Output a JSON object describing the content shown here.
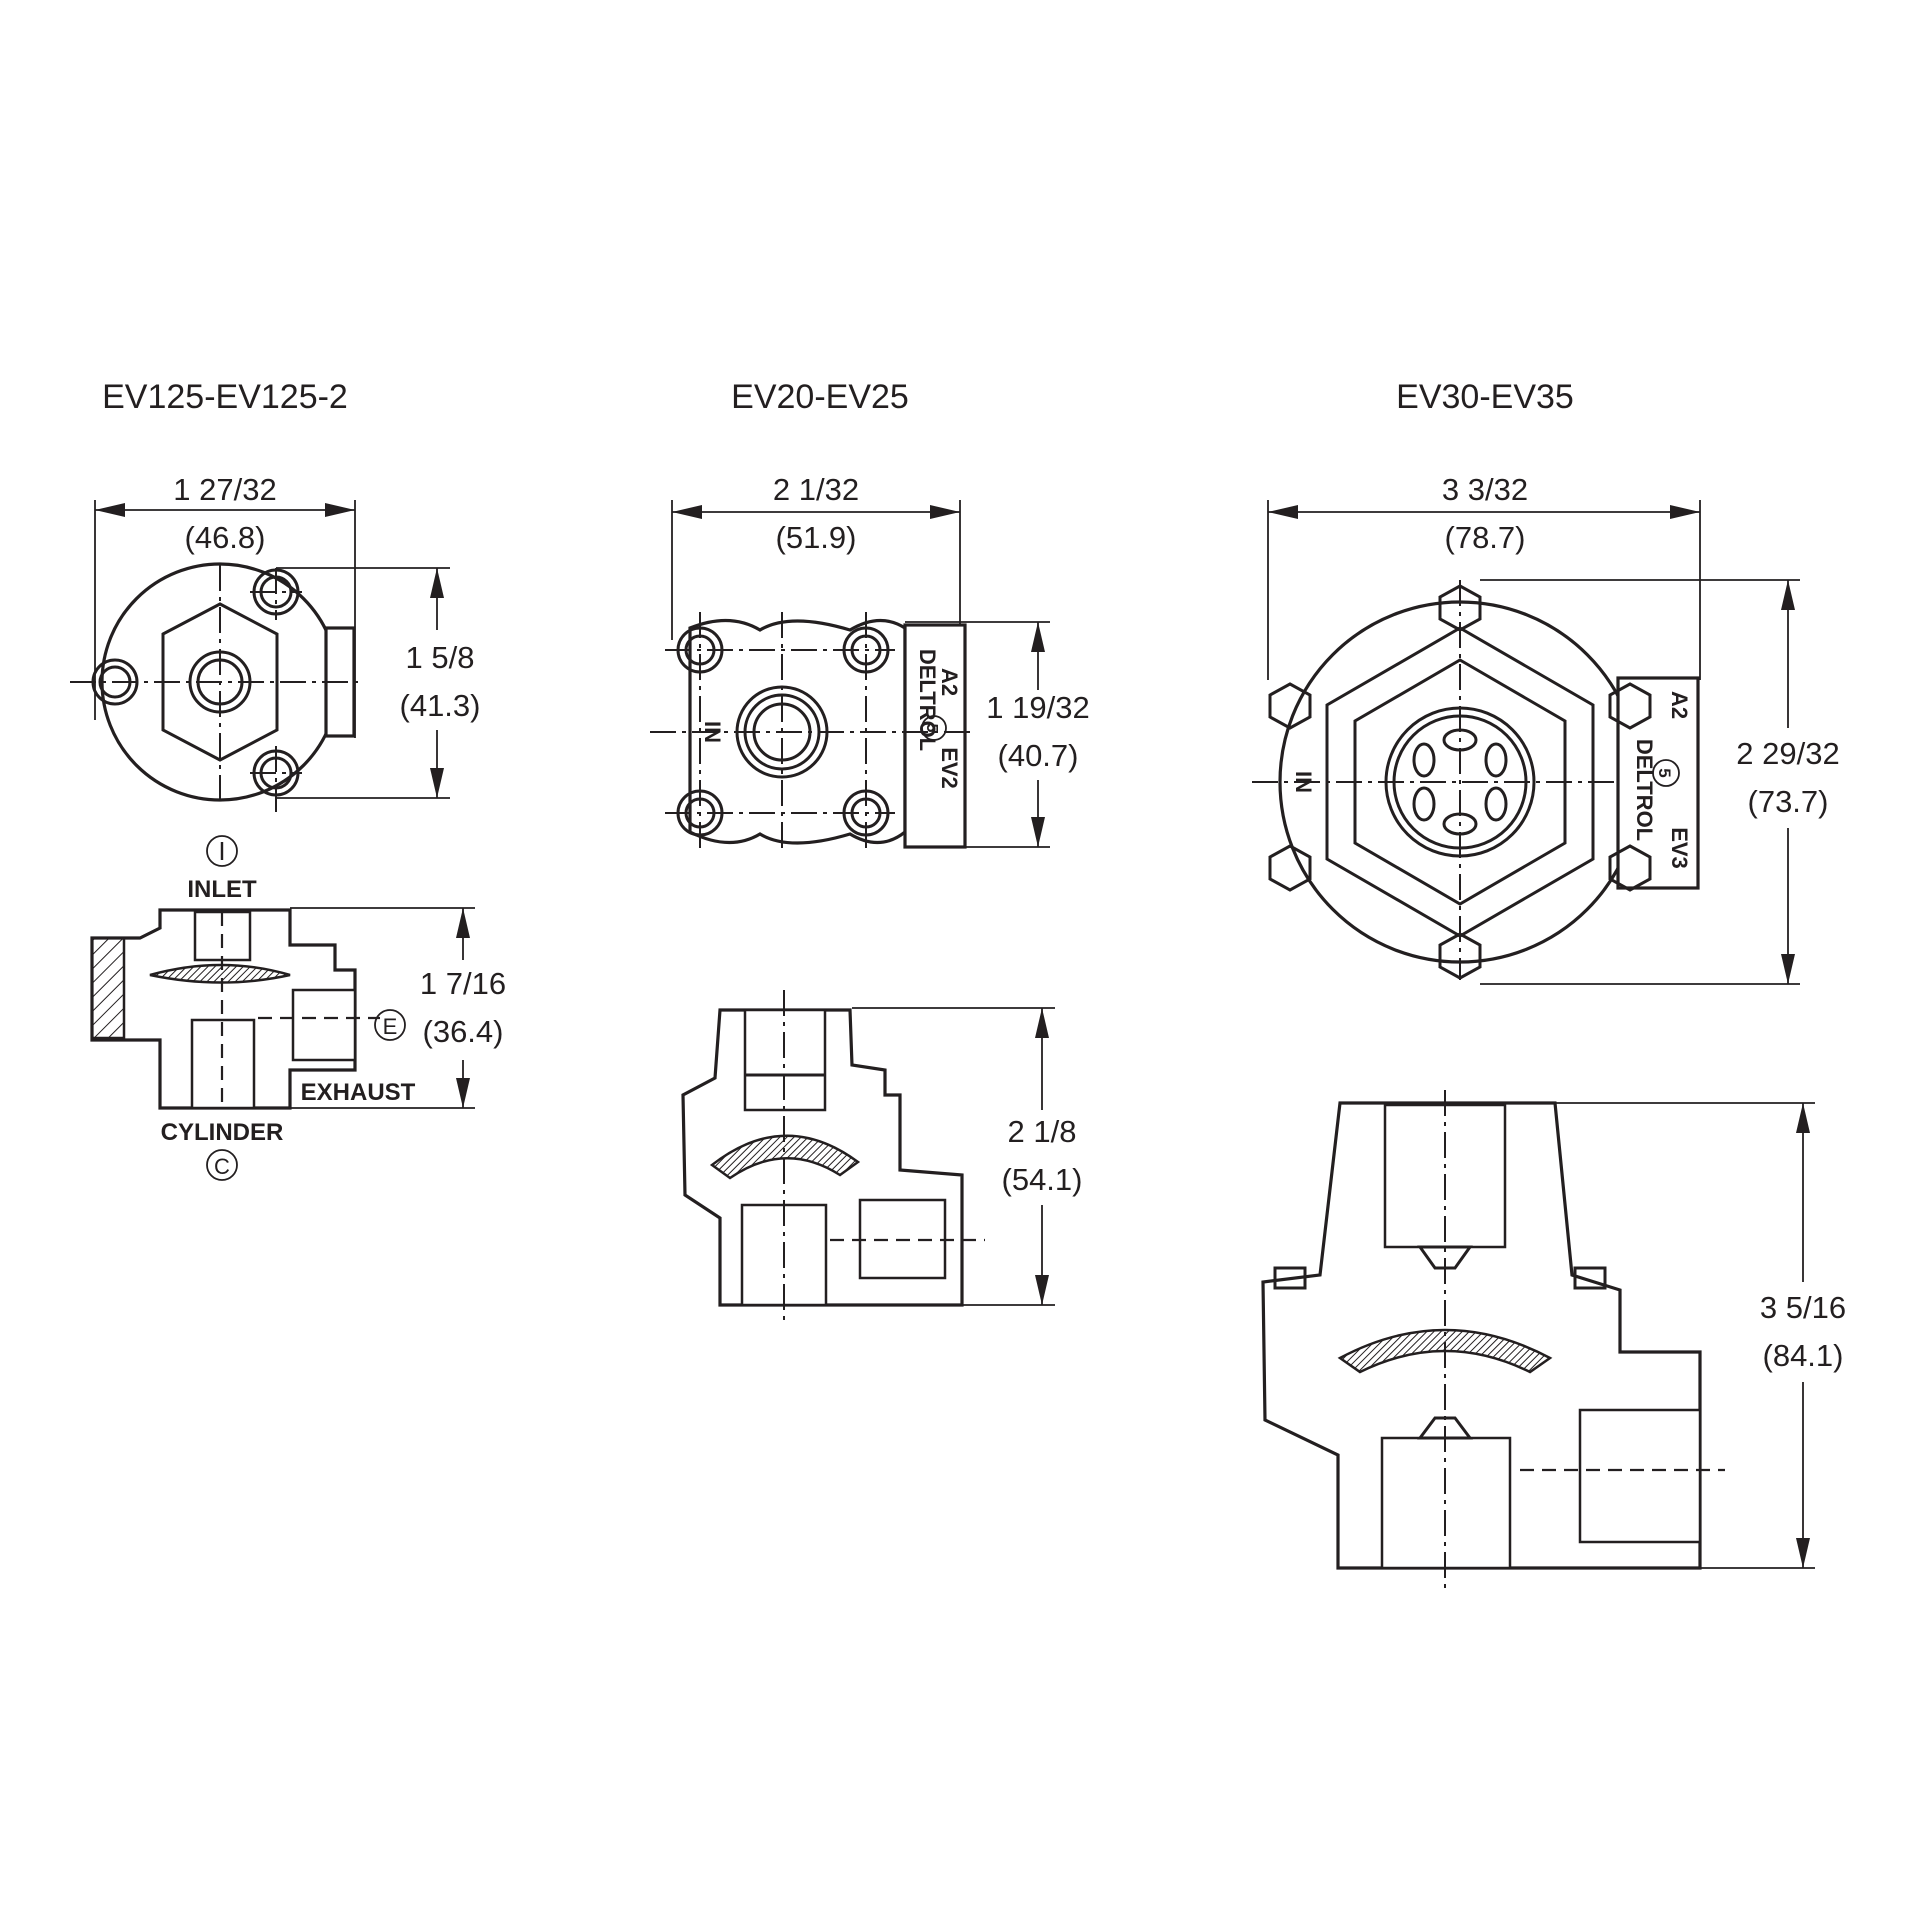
{
  "titles": {
    "ev125": "EV125-EV125-2",
    "ev20": "EV20-EV25",
    "ev30": "EV30-EV35"
  },
  "dimensions": {
    "ev125_width": {
      "in": "1 27/32",
      "mm": "(46.8)"
    },
    "ev125_plan_height": {
      "in": "1 5/8",
      "mm": "(41.3)"
    },
    "ev125_section_height": {
      "in": "1 7/16",
      "mm": "(36.4)"
    },
    "ev20_width": {
      "in": "2 1/32",
      "mm": "(51.9)"
    },
    "ev20_plan_height": {
      "in": "1 19/32",
      "mm": "(40.7)"
    },
    "ev20_section_height": {
      "in": "2 1/8",
      "mm": "(54.1)"
    },
    "ev30_width": {
      "in": "3 3/32",
      "mm": "(78.7)"
    },
    "ev30_plan_height": {
      "in": "2 29/32",
      "mm": "(73.7)"
    },
    "ev30_section_height": {
      "in": "3 5/16",
      "mm": "(84.1)"
    }
  },
  "port_labels": {
    "inlet": "INLET",
    "exhaust": "EXHAUST",
    "cylinder": "CYLINDER",
    "inlet_symbol": "I",
    "exhaust_symbol": "E",
    "cylinder_symbol": "C"
  },
  "valve_markings": {
    "ev20": {
      "in": "IN",
      "brand": "DELTROL",
      "model": "EV2",
      "code": "A2",
      "circle": "5"
    },
    "ev30": {
      "in": "IN",
      "brand": "DELTROL",
      "model": "EV3",
      "code": "A2",
      "circle": "5"
    }
  }
}
